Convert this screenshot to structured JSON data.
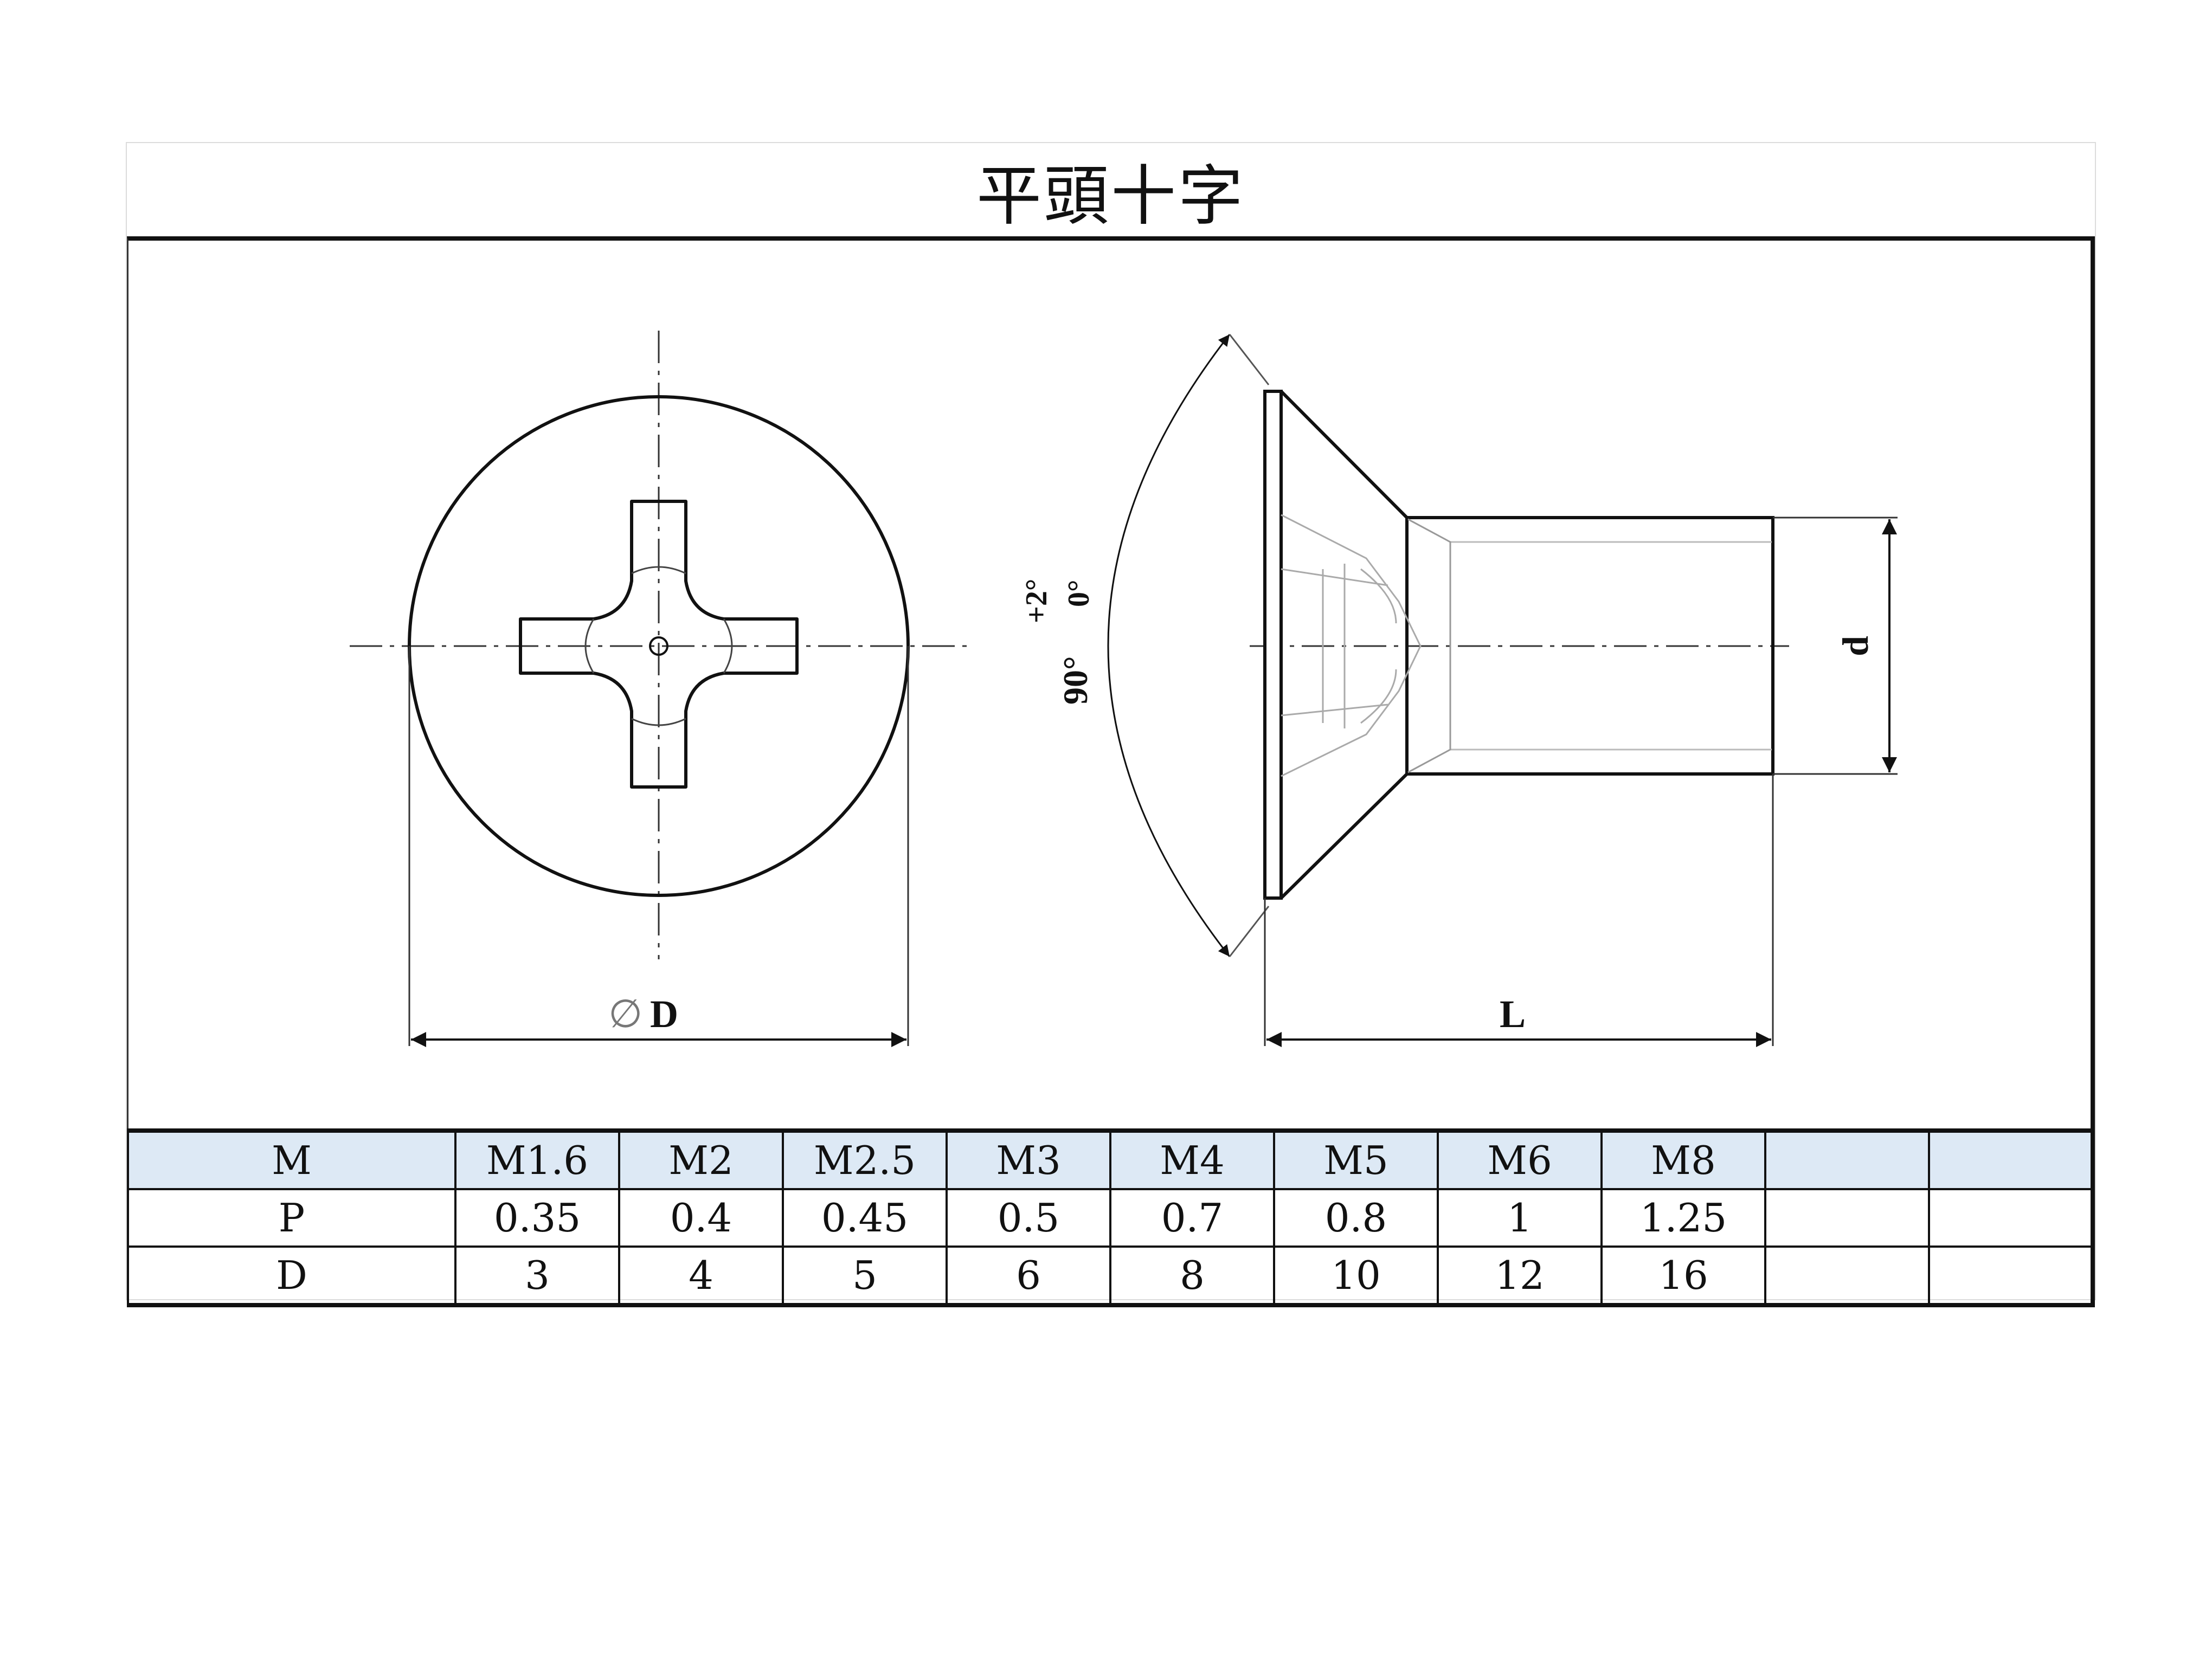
{
  "title": "平頭十字",
  "drawing": {
    "front_view": {
      "dimension_label": "D",
      "diameter_symbol": "∅"
    },
    "side_view": {
      "angle_label": "90°",
      "angle_tolerance_upper": "+2°",
      "angle_tolerance_lower": "0°",
      "shank_diameter_label": "d",
      "length_label": "L"
    }
  },
  "spec_table": {
    "rows": [
      {
        "label": "M",
        "values": [
          "M1.6",
          "M2",
          "M2.5",
          "M3",
          "M4",
          "M5",
          "M6",
          "M8",
          "",
          ""
        ]
      },
      {
        "label": "P",
        "values": [
          "0.35",
          "0.4",
          "0.45",
          "0.5",
          "0.7",
          "0.8",
          "1",
          "1.25",
          "",
          ""
        ]
      },
      {
        "label": "D",
        "values": [
          "3",
          "4",
          "5",
          "6",
          "8",
          "10",
          "12",
          "16",
          "",
          ""
        ]
      }
    ]
  },
  "colors": {
    "header_row": "#dde9f5",
    "line": "#111111",
    "frame_light": "#dcdcdc"
  }
}
